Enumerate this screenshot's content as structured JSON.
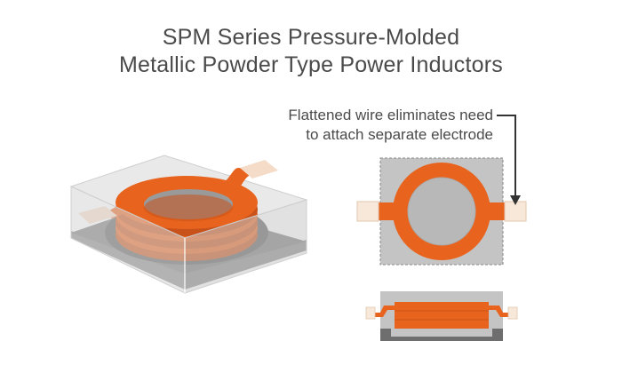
{
  "title": {
    "line1": "SPM Series Pressure-Molded",
    "line2": "Metallic Powder Type Power Inductors"
  },
  "callout": {
    "line1": "Flattened wire eliminates need",
    "line2": "to attach separate electrode"
  },
  "colors": {
    "text": "#4a4a4a",
    "coil": "#e8641e",
    "coil_dark": "#c9521a",
    "electrode": "#f5dcc8",
    "body_gray": "#c4c4c4",
    "core_gray": "#b8b8b8",
    "base_dark": "#6e6e6e"
  }
}
